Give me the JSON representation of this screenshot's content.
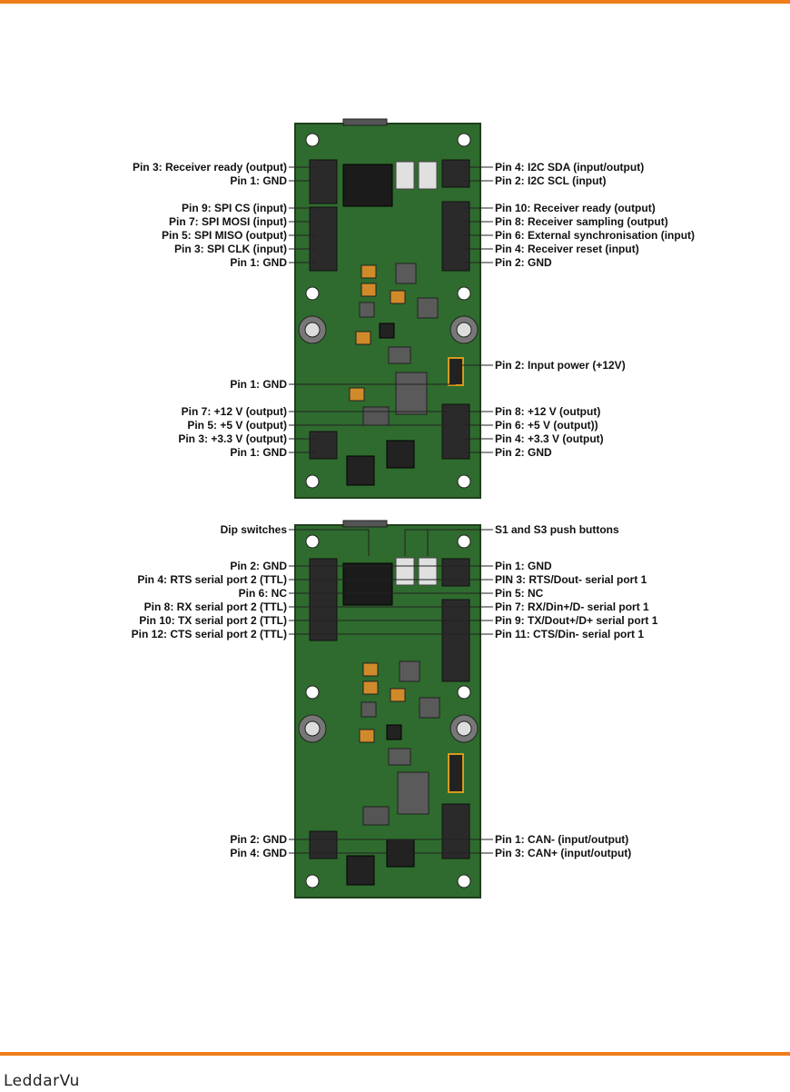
{
  "colors": {
    "accent": "#f07d1a",
    "board": "#2f6b2e",
    "board_edge": "#1f3f1c",
    "text": "#111111"
  },
  "footer": {
    "logo": "LeddarVu"
  },
  "board_top": {
    "left_labels": [
      "Pin 3: Receiver ready (output)",
      "Pin 1: GND",
      "Pin 9: SPI CS (input)",
      "Pin 7: SPI MOSI (input)",
      "Pin 5: SPI MISO (output)",
      "Pin 3: SPI CLK (input)",
      "Pin 1: GND",
      "Pin 1: GND",
      "Pin 7: +12 V (output)",
      "Pin 5: +5 V (output)",
      "Pin 3: +3.3 V (output)",
      "Pin 1: GND"
    ],
    "right_labels": [
      "Pin 4: I2C SDA (input/output)",
      "Pin 2: I2C SCL (input)",
      "Pin 10: Receiver ready (output)",
      "Pin 8: Receiver sampling (output)",
      "Pin 6: External synchronisation (input)",
      "Pin 4: Receiver reset (input)",
      "Pin 2: GND",
      "Pin 2: Input power (+12V)",
      "Pin 8: +12 V (output)",
      "Pin 6: +5 V (output))",
      "Pin 4: +3.3 V (output)",
      "Pin 2: GND"
    ]
  },
  "board_bottom": {
    "left_labels": [
      "Dip switches",
      "Pin 2: GND",
      "Pin 4: RTS serial port 2 (TTL)",
      "Pin 6: NC",
      "Pin 8: RX serial port 2 (TTL)",
      "Pin 10: TX serial port 2 (TTL)",
      "Pin 12: CTS serial port 2 (TTL)",
      "Pin 2: GND",
      "Pin 4: GND"
    ],
    "right_labels": [
      "S1 and S3 push buttons",
      "Pin 1: GND",
      "PIN 3: RTS/Dout- serial port 1",
      "Pin 5: NC",
      "Pin 7: RX/Din+/D- serial port 1",
      "Pin 9: TX/Dout+/D+ serial port 1",
      "Pin 11: CTS/Din- serial port 1",
      "Pin 1: CAN- (input/output)",
      "Pin 3: CAN+ (input/output)"
    ]
  }
}
